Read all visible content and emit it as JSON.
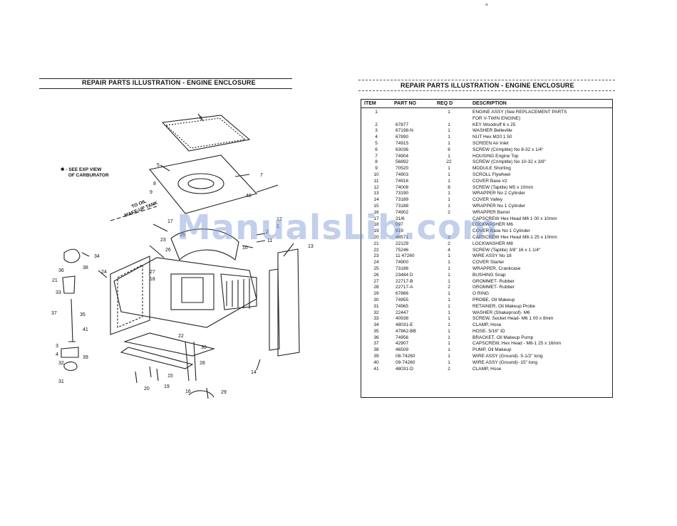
{
  "caret_mark": "^",
  "left_page": {
    "title": "REPAIR PARTS ILLUSTRATION - ENGINE ENCLOSURE",
    "annotation_carb": "✱ - SEE EXP VIEW\n      OF CARBURATOR",
    "annotation_tank": "TO OIL\nMAKE-UP TANK",
    "callouts": [
      "6",
      "5",
      "7",
      "8",
      "9",
      "40",
      "12",
      "17",
      "23",
      "25",
      "10",
      "11",
      "13",
      "1",
      "2",
      "26",
      "34",
      "38",
      "24",
      "27",
      "36",
      "21",
      "18",
      "33",
      "37",
      "35",
      "41",
      "3",
      "4",
      "32",
      "39",
      "31",
      "22",
      "30",
      "28",
      "20",
      "19",
      "15",
      "16",
      "14",
      "29"
    ]
  },
  "watermark": "ManualsLib.com",
  "right_page": {
    "title": "REPAIR PARTS ILLUSTRATION - ENGINE ENCLOSURE",
    "table": {
      "headers": {
        "item": "ITEM",
        "part": "PART NO",
        "req": "REQ D",
        "desc": "DESCRIPTION"
      },
      "rows": [
        {
          "item": "1",
          "part": "",
          "req": "1",
          "desc": "ENGINE ASSY (See REPLACEMENT PARTS"
        },
        {
          "item": "",
          "part": "",
          "req": "",
          "desc": "FOR V-TWIN ENGINE)"
        },
        {
          "item": "2",
          "part": "67877",
          "req": "1",
          "desc": "KEY Woodruff 6 x 25"
        },
        {
          "item": "3",
          "part": "67198-N",
          "req": "1",
          "desc": "WASHER Belleville"
        },
        {
          "item": "4",
          "part": "67890",
          "req": "1",
          "desc": "NUT Hex M20 1 50"
        },
        {
          "item": "5",
          "part": "74915",
          "req": "1",
          "desc": "SCREEN Air Inlet"
        },
        {
          "item": "6",
          "part": "63036",
          "req": "6",
          "desc": "SCREW (Crimptite) No 8-32 x 1/4\""
        },
        {
          "item": "7",
          "part": "74904",
          "req": "1",
          "desc": "HOUSING Engine Top"
        },
        {
          "item": "8",
          "part": "56892",
          "req": "22",
          "desc": "SCREW (Crimptite) No 10-32 x 3/8\""
        },
        {
          "item": "9",
          "part": "70520",
          "req": "1",
          "desc": "MODULE Shorting"
        },
        {
          "item": "10",
          "part": "74903",
          "req": "1",
          "desc": "SCROLL Flywheel"
        },
        {
          "item": "11",
          "part": "74916",
          "req": "1",
          "desc": "COVER Base #2"
        },
        {
          "item": "12",
          "part": "74008",
          "req": "8",
          "desc": "SCREW (Taptite) M5 x 10mm"
        },
        {
          "item": "13",
          "part": "73190",
          "req": "1",
          "desc": "WRAPPER No 2 Cylinder"
        },
        {
          "item": "14",
          "part": "73189",
          "req": "1",
          "desc": "COVER Valley"
        },
        {
          "item": "15",
          "part": "73188",
          "req": "1",
          "desc": "WRAPPER No 1 Cylinder"
        },
        {
          "item": "16",
          "part": "74902",
          "req": "2",
          "desc": "WRAPPER Barrel"
        },
        {
          "item": "17",
          "part": "31/6",
          "req": "",
          "desc": "CAPSCREW Hex Head M6 1 00 x 10mm"
        },
        {
          "item": "18",
          "part": "097",
          "req": "",
          "desc": "LOCKWASHER M6"
        },
        {
          "item": "19",
          "part": "919",
          "req": "",
          "desc": "COVER Base No 1 Cylinder"
        },
        {
          "item": "20",
          "part": "48571",
          "req": "2",
          "desc": "CAPSCREW Hex Head M8-1 25 x 10mm"
        },
        {
          "item": "21",
          "part": "22129",
          "req": "2",
          "desc": "LOCKWASHER M8"
        },
        {
          "item": "22",
          "part": "75246",
          "req": "4",
          "desc": "SCREW (Taptite) 3/8\" 16 x 1 1/4\""
        },
        {
          "item": "23",
          "part": "11 47260",
          "req": "1",
          "desc": "WIRE ASSY No 18"
        },
        {
          "item": "24",
          "part": "74900",
          "req": "1",
          "desc": "COVER Starter"
        },
        {
          "item": "25",
          "part": "73186",
          "req": "1",
          "desc": "WRAPPER, Crankcase"
        },
        {
          "item": "26",
          "part": "23484 D",
          "req": "1",
          "desc": "BUSHING Snap"
        },
        {
          "item": "27",
          "part": "22717-B",
          "req": "1",
          "desc": "GROMMET- Rubber"
        },
        {
          "item": "28",
          "part": "22717-A",
          "req": "2",
          "desc": "GROMMET- Rubber"
        },
        {
          "item": "29",
          "part": "67866",
          "req": "1",
          "desc": "O RING"
        },
        {
          "item": "30",
          "part": "74955",
          "req": "1",
          "desc": "PROBE, Oil Makeup"
        },
        {
          "item": "31",
          "part": "74965",
          "req": "1",
          "desc": "RETAINER, Oil Makeup Probe"
        },
        {
          "item": "32",
          "part": "22447",
          "req": "1",
          "desc": "WASHER (Shakeproof)- M6"
        },
        {
          "item": "33",
          "part": "40938",
          "req": "1",
          "desc": "SCREW, Socket Head- M6 1 00 x 8mm"
        },
        {
          "item": "34",
          "part": "48031-E",
          "req": "1",
          "desc": "CLAMP, Hose"
        },
        {
          "item": "35",
          "part": "47862-BB",
          "req": "1",
          "desc": "HOSE- 5/16\" ID"
        },
        {
          "item": "36",
          "part": "74956",
          "req": "1",
          "desc": "BRACKET, Oil Makeup Pump"
        },
        {
          "item": "37",
          "part": "42907",
          "req": "1",
          "desc": "CAPSCREW, Hex Head - M8-1 25 x 16mm"
        },
        {
          "item": "38",
          "part": "46509",
          "req": "1",
          "desc": "PUMP, Oil Makeup"
        },
        {
          "item": "39",
          "part": "08-74260",
          "req": "1",
          "desc": "WIRE ASSY (Ground)- 5-1/2\" long"
        },
        {
          "item": "40",
          "part": "09-74260",
          "req": "1",
          "desc": "WIRE ASSY (Ground)- 15\" long"
        },
        {
          "item": "41",
          "part": "48031-D",
          "req": "2",
          "desc": "CLAMP, Hose"
        }
      ]
    }
  }
}
